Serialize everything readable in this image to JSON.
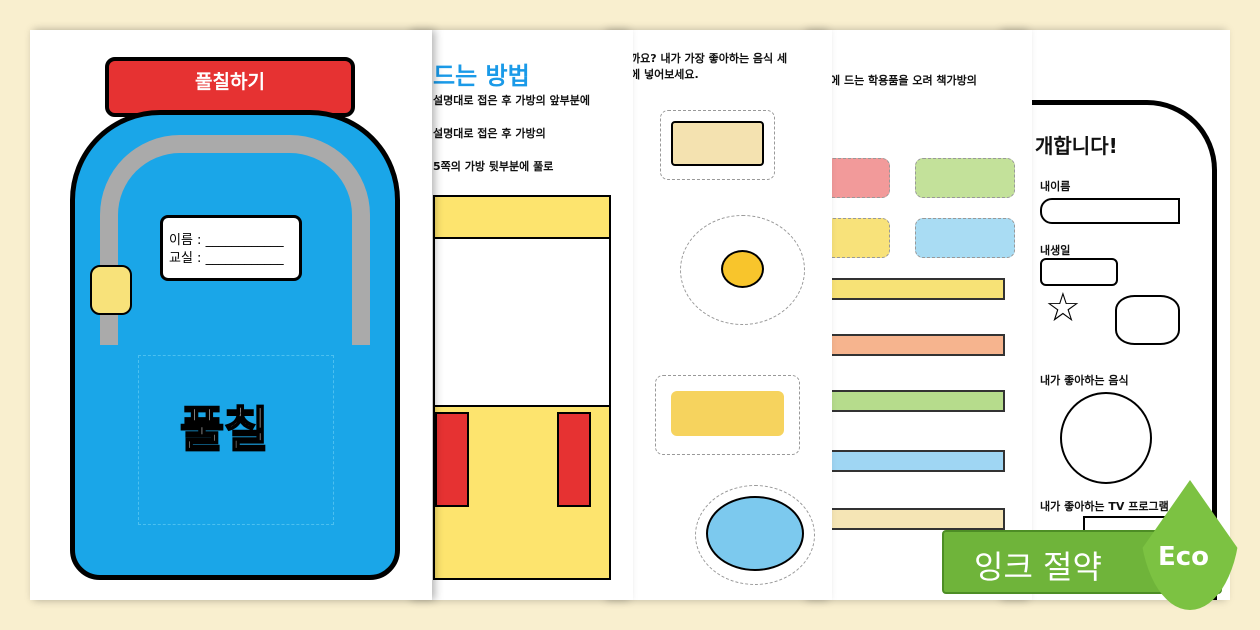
{
  "page1": {
    "tab_label": "풀칠하기",
    "name_label": "이름 : ____________",
    "class_label": "교실 : ____________",
    "big_label": "풀칠"
  },
  "page2": {
    "title": "드는 방법",
    "lines": [
      "설명대로 접은 후 가방의 앞부분에",
      "설명대로 접은 후 가방의",
      "5쪽의 가방 뒷부분에 풀로"
    ]
  },
  "page3": {
    "lines": [
      "까요? 내가 가장 좋아하는 음식 세",
      "에 넣어보세요."
    ]
  },
  "page4": {
    "lines": [
      "에 드는 학용품을 오려 책가방의"
    ]
  },
  "page5": {
    "title": "개합니다!",
    "name": "내이름",
    "birthday": "내생일",
    "food": "내가 좋아하는 음식",
    "tv": "내가 좋아하는 TV 프로그램"
  },
  "badge": {
    "text": "잉크 절약",
    "eco": "Eco"
  },
  "colors": {
    "background": "#f9efcf",
    "bag": "#1aa6e8",
    "tab": "#e63232",
    "eco": "#6fb43a"
  }
}
